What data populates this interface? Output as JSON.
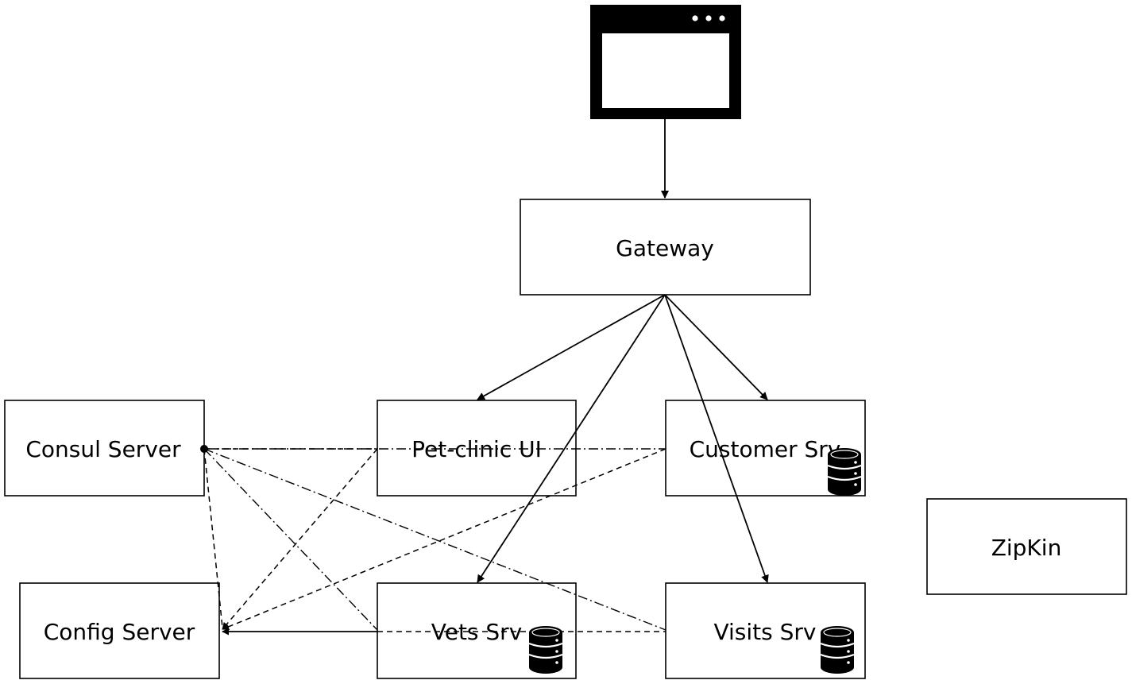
{
  "nodes": {
    "gateway": {
      "label": "Gateway"
    },
    "consul": {
      "label": "Consul Server"
    },
    "config": {
      "label": "Config Server"
    },
    "petclinic": {
      "label": "Pet-clinic UI"
    },
    "customer": {
      "label": "Customer Srv"
    },
    "vets": {
      "label": "Vets Srv"
    },
    "visits": {
      "label": "Visits Srv"
    },
    "zipkin": {
      "label": "ZipKin"
    }
  },
  "icons": {
    "browser": "browser-window-icon",
    "database": "database-icon"
  },
  "colors": {
    "stroke": "#000000",
    "background": "#ffffff"
  }
}
